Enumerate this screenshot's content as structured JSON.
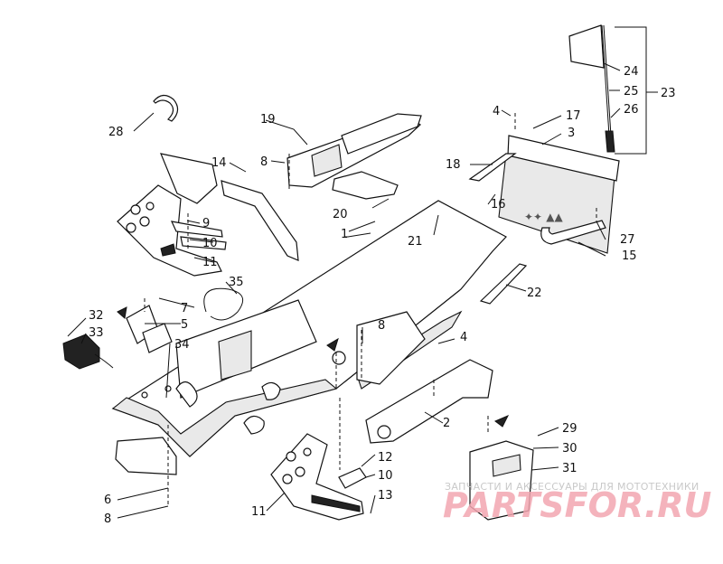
{
  "watermark": {
    "caption": "ЗАПЧАСТИ И АКСЕССУАРЫ ДЛЯ МОТОТЕХНИКИ",
    "brand": "PARTSFOR.RU",
    "color": "#f2a6b0"
  },
  "callouts": {
    "c1": "1",
    "c2": "2",
    "c3": "3",
    "c4a": "4",
    "c4b": "4",
    "c5": "5",
    "c6": "6",
    "c7": "7",
    "c8a": "8",
    "c8b": "8",
    "c8c": "8",
    "c9": "9",
    "c10a": "10",
    "c10b": "10",
    "c11a": "11",
    "c11b": "11",
    "c12": "12",
    "c13": "13",
    "c14": "14",
    "c15": "15",
    "c16": "16",
    "c17": "17",
    "c18": "18",
    "c19": "19",
    "c20": "20",
    "c21": "21",
    "c22": "22",
    "c23": "23",
    "c24": "24",
    "c25": "25",
    "c26": "26",
    "c27": "27",
    "c28": "28",
    "c29": "29",
    "c30": "30",
    "c31": "31",
    "c32": "32",
    "c33": "33",
    "c34": "34",
    "c35": "35"
  }
}
